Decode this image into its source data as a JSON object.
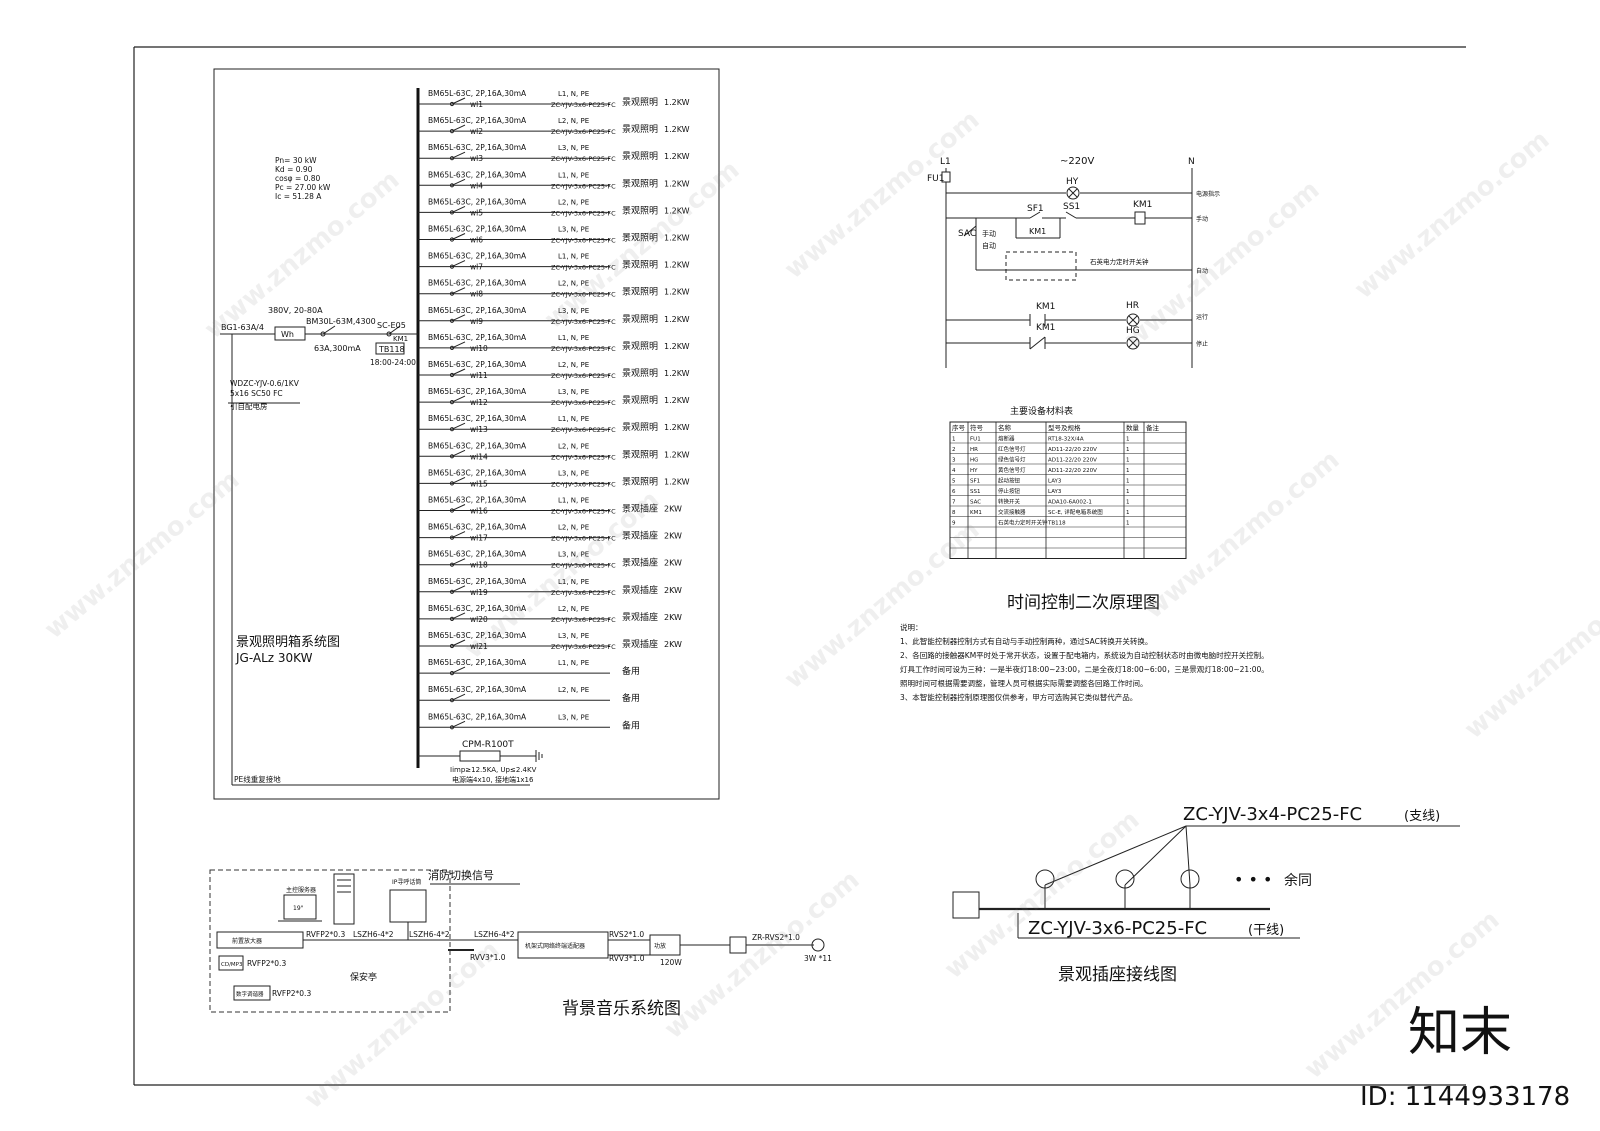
{
  "panel": {
    "title": "景观照明箱系统图",
    "subtitle": "JG-ALz  30KW",
    "params": [
      "Pn= 30 kW",
      "Kd = 0.90",
      "cosφ = 0.80",
      "Pc = 27.00 kW",
      "Ic = 51.28 A"
    ],
    "incoming": {
      "breaker": "BG1-63A/4",
      "meter_spec": "380V, 20-80A",
      "meter": "Wh",
      "main_breaker": "BM30L-63M,4300",
      "main_rating": "63A,300mA",
      "contactor": "SC-E05",
      "contactor_tag": "KM1",
      "timer": "TB118",
      "timer_time": "18:00-24:00",
      "cable": "WDZC-YJV-0.6/1KV",
      "cable_size": "5x16 SC50 FC",
      "source": "引自配电房"
    },
    "pe_note": "PE线重复接地",
    "spd": {
      "model": "CPM-R100T",
      "spec": "Iimp≥12.5KA, Up≤2.4KV",
      "wire": "电源端4x10, 接地端1x16"
    },
    "circuits": [
      {
        "breaker": "BM65L-63C, 2P,16A,30mA",
        "id": "wl1",
        "phase": "L1, N, PE",
        "cable": "ZC-YJV-3x6-PC25-FC",
        "load": "景观照明",
        "power": "1.2KW"
      },
      {
        "breaker": "BM65L-63C, 2P,16A,30mA",
        "id": "wl2",
        "phase": "L2, N, PE",
        "cable": "ZC-YJV-3x6-PC25-FC",
        "load": "景观照明",
        "power": "1.2KW"
      },
      {
        "breaker": "BM65L-63C, 2P,16A,30mA",
        "id": "wl3",
        "phase": "L3, N, PE",
        "cable": "ZC-YJV-3x6-PC25-FC",
        "load": "景观照明",
        "power": "1.2KW"
      },
      {
        "breaker": "BM65L-63C, 2P,16A,30mA",
        "id": "wl4",
        "phase": "L1, N, PE",
        "cable": "ZC-YJV-3x6-PC25-FC",
        "load": "景观照明",
        "power": "1.2KW"
      },
      {
        "breaker": "BM65L-63C, 2P,16A,30mA",
        "id": "wl5",
        "phase": "L2, N, PE",
        "cable": "ZC-YJV-3x6-PC25-FC",
        "load": "景观照明",
        "power": "1.2KW"
      },
      {
        "breaker": "BM65L-63C, 2P,16A,30mA",
        "id": "wl6",
        "phase": "L3, N, PE",
        "cable": "ZC-YJV-3x6-PC25-FC",
        "load": "景观照明",
        "power": "1.2KW"
      },
      {
        "breaker": "BM65L-63C, 2P,16A,30mA",
        "id": "wl7",
        "phase": "L1, N, PE",
        "cable": "ZC-YJV-3x6-PC25-FC",
        "load": "景观照明",
        "power": "1.2KW"
      },
      {
        "breaker": "BM65L-63C, 2P,16A,30mA",
        "id": "wl8",
        "phase": "L2, N, PE",
        "cable": "ZC-YJV-3x6-PC25-FC",
        "load": "景观照明",
        "power": "1.2KW"
      },
      {
        "breaker": "BM65L-63C, 2P,16A,30mA",
        "id": "wl9",
        "phase": "L3, N, PE",
        "cable": "ZC-YJV-3x6-PC25-FC",
        "load": "景观照明",
        "power": "1.2KW"
      },
      {
        "breaker": "BM65L-63C, 2P,16A,30mA",
        "id": "wl10",
        "phase": "L1, N, PE",
        "cable": "ZC-YJV-3x6-PC25-FC",
        "load": "景观照明",
        "power": "1.2KW"
      },
      {
        "breaker": "BM65L-63C, 2P,16A,30mA",
        "id": "wl11",
        "phase": "L2, N, PE",
        "cable": "ZC-YJV-3x6-PC25-FC",
        "load": "景观照明",
        "power": "1.2KW"
      },
      {
        "breaker": "BM65L-63C, 2P,16A,30mA",
        "id": "wl12",
        "phase": "L3, N, PE",
        "cable": "ZC-YJV-3x6-PC25-FC",
        "load": "景观照明",
        "power": "1.2KW"
      },
      {
        "breaker": "BM65L-63C, 2P,16A,30mA",
        "id": "wl13",
        "phase": "L1, N, PE",
        "cable": "ZC-YJV-3x6-PC25-FC",
        "load": "景观照明",
        "power": "1.2KW"
      },
      {
        "breaker": "BM65L-63C, 2P,16A,30mA",
        "id": "wl14",
        "phase": "L2, N, PE",
        "cable": "ZC-YJV-3x6-PC25-FC",
        "load": "景观照明",
        "power": "1.2KW"
      },
      {
        "breaker": "BM65L-63C, 2P,16A,30mA",
        "id": "wl15",
        "phase": "L3, N, PE",
        "cable": "ZC-YJV-3x6-PC25-FC",
        "load": "景观照明",
        "power": "1.2KW"
      },
      {
        "breaker": "BM65L-63C, 2P,16A,30mA",
        "id": "wl16",
        "phase": "L1, N, PE",
        "cable": "ZC-YJV-3x6-PC25-FC",
        "load": "景观插座",
        "power": "2KW"
      },
      {
        "breaker": "BM65L-63C, 2P,16A,30mA",
        "id": "wl17",
        "phase": "L2, N, PE",
        "cable": "ZC-YJV-3x6-PC25-FC",
        "load": "景观插座",
        "power": "2KW"
      },
      {
        "breaker": "BM65L-63C, 2P,16A,30mA",
        "id": "wl18",
        "phase": "L3, N, PE",
        "cable": "ZC-YJV-3x6-PC25-FC",
        "load": "景观插座",
        "power": "2KW"
      },
      {
        "breaker": "BM65L-63C, 2P,16A,30mA",
        "id": "wl19",
        "phase": "L1, N, PE",
        "cable": "ZC-YJV-3x6-PC25-FC",
        "load": "景观插座",
        "power": "2KW"
      },
      {
        "breaker": "BM65L-63C, 2P,16A,30mA",
        "id": "wl20",
        "phase": "L2, N, PE",
        "cable": "ZC-YJV-3x6-PC25-FC",
        "load": "景观插座",
        "power": "2KW"
      },
      {
        "breaker": "BM65L-63C, 2P,16A,30mA",
        "id": "wl21",
        "phase": "L3, N, PE",
        "cable": "ZC-YJV-3x6-PC25-FC",
        "load": "景观插座",
        "power": "2KW"
      },
      {
        "breaker": "BM65L-63C, 2P,16A,30mA",
        "id": "",
        "phase": "L1, N, PE",
        "cable": "",
        "load": "备用",
        "power": ""
      },
      {
        "breaker": "BM65L-63C, 2P,16A,30mA",
        "id": "",
        "phase": "L2, N, PE",
        "cable": "",
        "load": "备用",
        "power": ""
      },
      {
        "breaker": "BM65L-63C, 2P,16A,30mA",
        "id": "",
        "phase": "L3, N, PE",
        "cable": "",
        "load": "备用",
        "power": ""
      }
    ]
  },
  "control": {
    "title": "时间控制二次原理图",
    "L1": "L1",
    "N": "N",
    "FU1": "FU1",
    "voltage": "~220V",
    "HY": "HY",
    "SF1": "SF1",
    "SS1": "SS1",
    "KM1": "KM1",
    "SAC": "SAC",
    "manual": "手动",
    "auto": "自动",
    "timer_label": "石英电力定时开关钟",
    "HR": "HR",
    "HG": "HG",
    "right_labels": [
      "电源指示",
      "手动",
      "自动",
      "运行",
      "停止"
    ]
  },
  "table": {
    "title": "主要设备材料表",
    "headers": [
      "序号",
      "符号",
      "名称",
      "型号及规格",
      "数量",
      "备注"
    ],
    "rows": [
      [
        "1",
        "FU1",
        "熔断器",
        "RT18-32X/4A",
        "1",
        ""
      ],
      [
        "2",
        "HR",
        "红色信号灯",
        "AD11-22/20  220V",
        "1",
        ""
      ],
      [
        "3",
        "HG",
        "绿色信号灯",
        "AD11-22/20  220V",
        "1",
        ""
      ],
      [
        "4",
        "HY",
        "黄色信号灯",
        "AD11-22/20  220V",
        "1",
        ""
      ],
      [
        "5",
        "SF1",
        "起动按钮",
        "LAY3",
        "1",
        ""
      ],
      [
        "6",
        "SS1",
        "停止按钮",
        "LAY3",
        "1",
        ""
      ],
      [
        "7",
        "SAC",
        "转换开关",
        "ADA10-6A002-1",
        "1",
        ""
      ],
      [
        "8",
        "KM1",
        "交流接触器",
        "SC-E,  详配电箱系统图",
        "1",
        ""
      ],
      [
        "9",
        "",
        "石英电力定时开关钟",
        "TB118",
        "1",
        ""
      ],
      [
        "",
        "",
        "",
        "",
        "",
        ""
      ],
      [
        "",
        "",
        "",
        "",
        "",
        ""
      ],
      [
        "",
        "",
        "",
        "",
        "",
        ""
      ]
    ]
  },
  "notes": {
    "heading": "说明：",
    "lines": [
      "1、此智能控制器控制方式有自动与手动控制两种，通过SAC转换开关转换。",
      "2、各回路的接触器KM平时处于常开状态，设置于配电箱内，系统设为自动控制状态时由微电脑时控开关控制。",
      "灯具工作时间可设为三种：一是半夜灯18:00~23:00，二是全夜灯18:00~6:00，三是景观灯18:00~21:00。",
      "照明时间可根据需要调整，管理人员可根据实际需要调整各回路工作时间。",
      "3、本智能控制器控制原理图仅供参考，甲方可选购其它类似替代产品。"
    ]
  },
  "music": {
    "title": "背景音乐系统图",
    "host": "主控服务器",
    "monitor": "19\"",
    "amp": "前置放大器",
    "cdmp3": "CD/MP3",
    "tuner": "数字调谐器",
    "cable1": "RVFP2*0.3",
    "cable2": "RVFP2*0.3",
    "cable3": "RVFP2*0.3",
    "lszh_a": "LSZH6-4*2",
    "lszh_b": "LSZH6-4*2",
    "lszh_c": "LSZH6-4*2",
    "intercom": "IP寻呼话筒",
    "fire": "消防切换信号",
    "booth": "保安亭",
    "adapter": "机架式网络终端适配器",
    "rvs": "RVS2*1.0",
    "rvv_a": "RVV3*1.0",
    "rvv_b": "RVV3*1.0",
    "amp2": "功放",
    "amp_power": "120W",
    "speaker_cable": "ZR-RVS2*1.0",
    "speaker": "3W *11"
  },
  "socket": {
    "title": "景观插座接线图",
    "branch": "ZC-YJV-3x4-PC25-FC",
    "branch_note": "(支线)",
    "trunk": "ZC-YJV-3x6-PC25-FC",
    "trunk_note": "(干线)",
    "dots": "• • •",
    "same": "余同"
  },
  "brand": {
    "logo": "知末",
    "id": "ID: 1144933178",
    "watermark": "www.znzmo.com"
  }
}
